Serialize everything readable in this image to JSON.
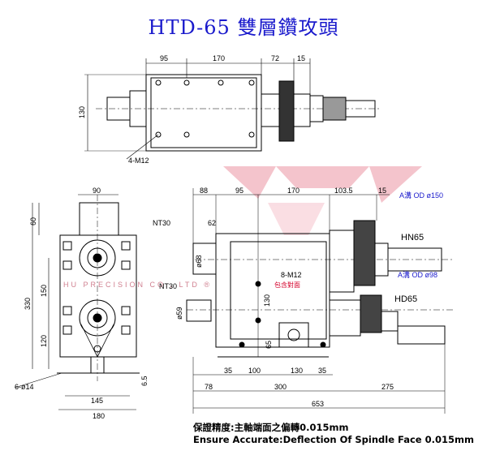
{
  "title": "HTD-65 雙層鑽攻頭",
  "accuracy": {
    "zh": "保證精度:主軸端面之偏轉0.015mm",
    "en": "Ensure Accurate:Deflection Of Spindle Face 0.015mm"
  },
  "top_view": {
    "dims": [
      "95",
      "170",
      "72",
      "15",
      "130"
    ],
    "callout": "4-M12"
  },
  "side_view": {
    "dims": [
      "90",
      "60",
      "150",
      "330",
      "120",
      "145",
      "180",
      "6.5"
    ],
    "callout": "6-ø14",
    "watermark": "HU PRECISION CO., LTD ®"
  },
  "front_view": {
    "top_dims": [
      "88",
      "95",
      "170",
      "103.5",
      "15"
    ],
    "dims_left": [
      "62",
      "ø68",
      "ø59",
      "130",
      "65"
    ],
    "bottom_dims_row1": [
      "35",
      "100",
      "130",
      "35"
    ],
    "bottom_dims_row2": [
      "78",
      "300",
      "275"
    ],
    "overall": "653",
    "labels": {
      "nt30_top": "NT30",
      "nt30_bottom": "NT30",
      "m12": "8-M12",
      "cover": "包含對面",
      "hn65": "HN65",
      "hd65": "HD65",
      "groove_a150": "A溝 OD ø150",
      "groove_a98": "A溝 OD ø98"
    }
  },
  "colors": {
    "title": "#1a1acc",
    "red_label": "#d4002a",
    "blue_label": "#1a1acc",
    "watermark": "#e8a0a8"
  }
}
